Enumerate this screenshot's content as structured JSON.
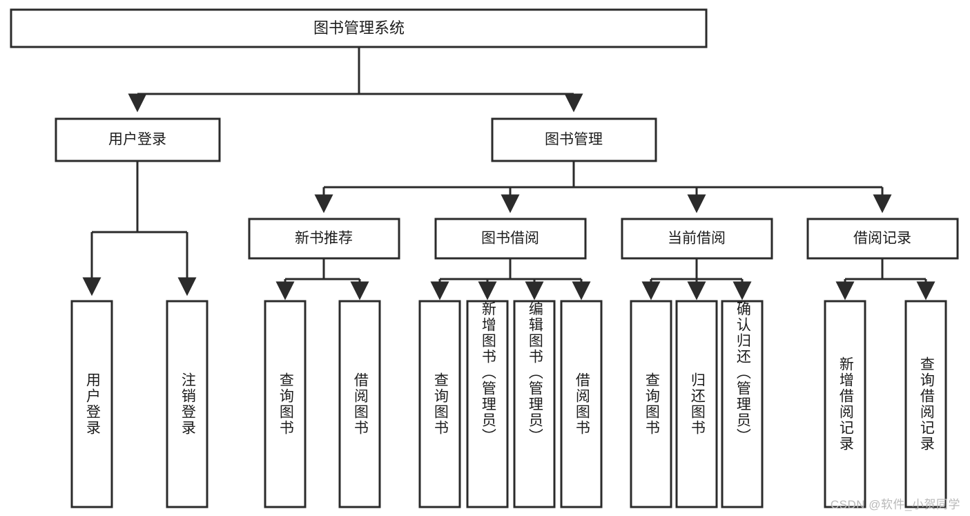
{
  "diagram": {
    "title": "图书管理系统",
    "type": "tree",
    "watermark": "CSDN @软件_小贺同学",
    "colors": {
      "border": "#2b2b2b",
      "fill": "#ffffff",
      "text": "#1c1c1c",
      "watermark": "#b9b9b9",
      "background": "#ffffff"
    },
    "root": {
      "label": "图书管理系统"
    },
    "level2": [
      {
        "label": "用户登录"
      },
      {
        "label": "图书管理"
      }
    ],
    "level3": [
      {
        "label": "新书推荐"
      },
      {
        "label": "图书借阅"
      },
      {
        "label": "当前借阅"
      },
      {
        "label": "借阅记录"
      }
    ],
    "leaves": {
      "user_login": [
        {
          "label": "用户登录"
        },
        {
          "label": "注销登录"
        }
      ],
      "new_book_recommend": [
        {
          "label": "查询图书"
        },
        {
          "label": "借阅图书"
        }
      ],
      "book_borrow": [
        {
          "label": "查询图书"
        },
        {
          "label": "新增图书（管理员）"
        },
        {
          "label": "编辑图书（管理员）"
        },
        {
          "label": "借阅图书"
        }
      ],
      "current_borrow": [
        {
          "label": "查询图书"
        },
        {
          "label": "归还图书"
        },
        {
          "label": "确认归还（管理员）"
        }
      ],
      "borrow_record": [
        {
          "label": "新增借阅记录"
        },
        {
          "label": "查询借阅记录"
        }
      ]
    }
  }
}
